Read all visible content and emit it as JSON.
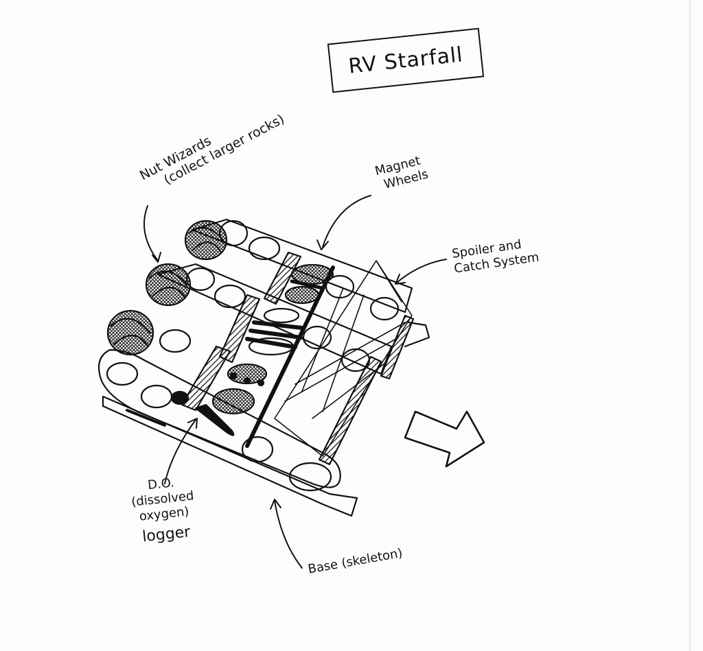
{
  "title": "RV Starfall",
  "labels": {
    "nut_wizards": "Nut Wizards",
    "nut_wizards_note": "(collect larger rocks)",
    "magnet": "Magnet",
    "wheels": "Wheels",
    "spoiler": "Spoiler and",
    "catch_system": "Catch System",
    "do": "D.O.",
    "dissolved": "(dissolved",
    "oxygen": "oxygen)",
    "logger": "logger",
    "base": "Base (skeleton)"
  }
}
